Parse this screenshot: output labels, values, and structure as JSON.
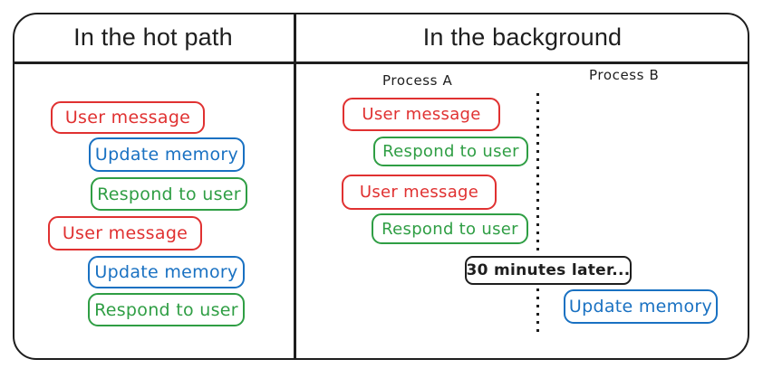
{
  "diagram": {
    "left_panel": {
      "title": "In the hot path",
      "boxes": [
        {
          "label": "User message",
          "color": "red"
        },
        {
          "label": "Update memory",
          "color": "blue"
        },
        {
          "label": "Respond to user",
          "color": "green"
        },
        {
          "label": "User message",
          "color": "red"
        },
        {
          "label": "Update memory",
          "color": "blue"
        },
        {
          "label": "Respond to user",
          "color": "green"
        }
      ]
    },
    "right_panel": {
      "title": "In the background",
      "process_a": {
        "label": "Process A",
        "boxes": [
          {
            "label": "User message",
            "color": "red"
          },
          {
            "label": "Respond to user",
            "color": "green"
          },
          {
            "label": "User message",
            "color": "red"
          },
          {
            "label": "Respond to user",
            "color": "green"
          }
        ]
      },
      "process_b": {
        "label": "Process B",
        "boxes": [
          {
            "label": "Update memory",
            "color": "blue"
          }
        ]
      },
      "time_note": "30 minutes later..."
    },
    "colors": {
      "red": "#e03131",
      "blue": "#1971c2",
      "green": "#2f9e44",
      "ink": "#1e1e1e"
    }
  }
}
